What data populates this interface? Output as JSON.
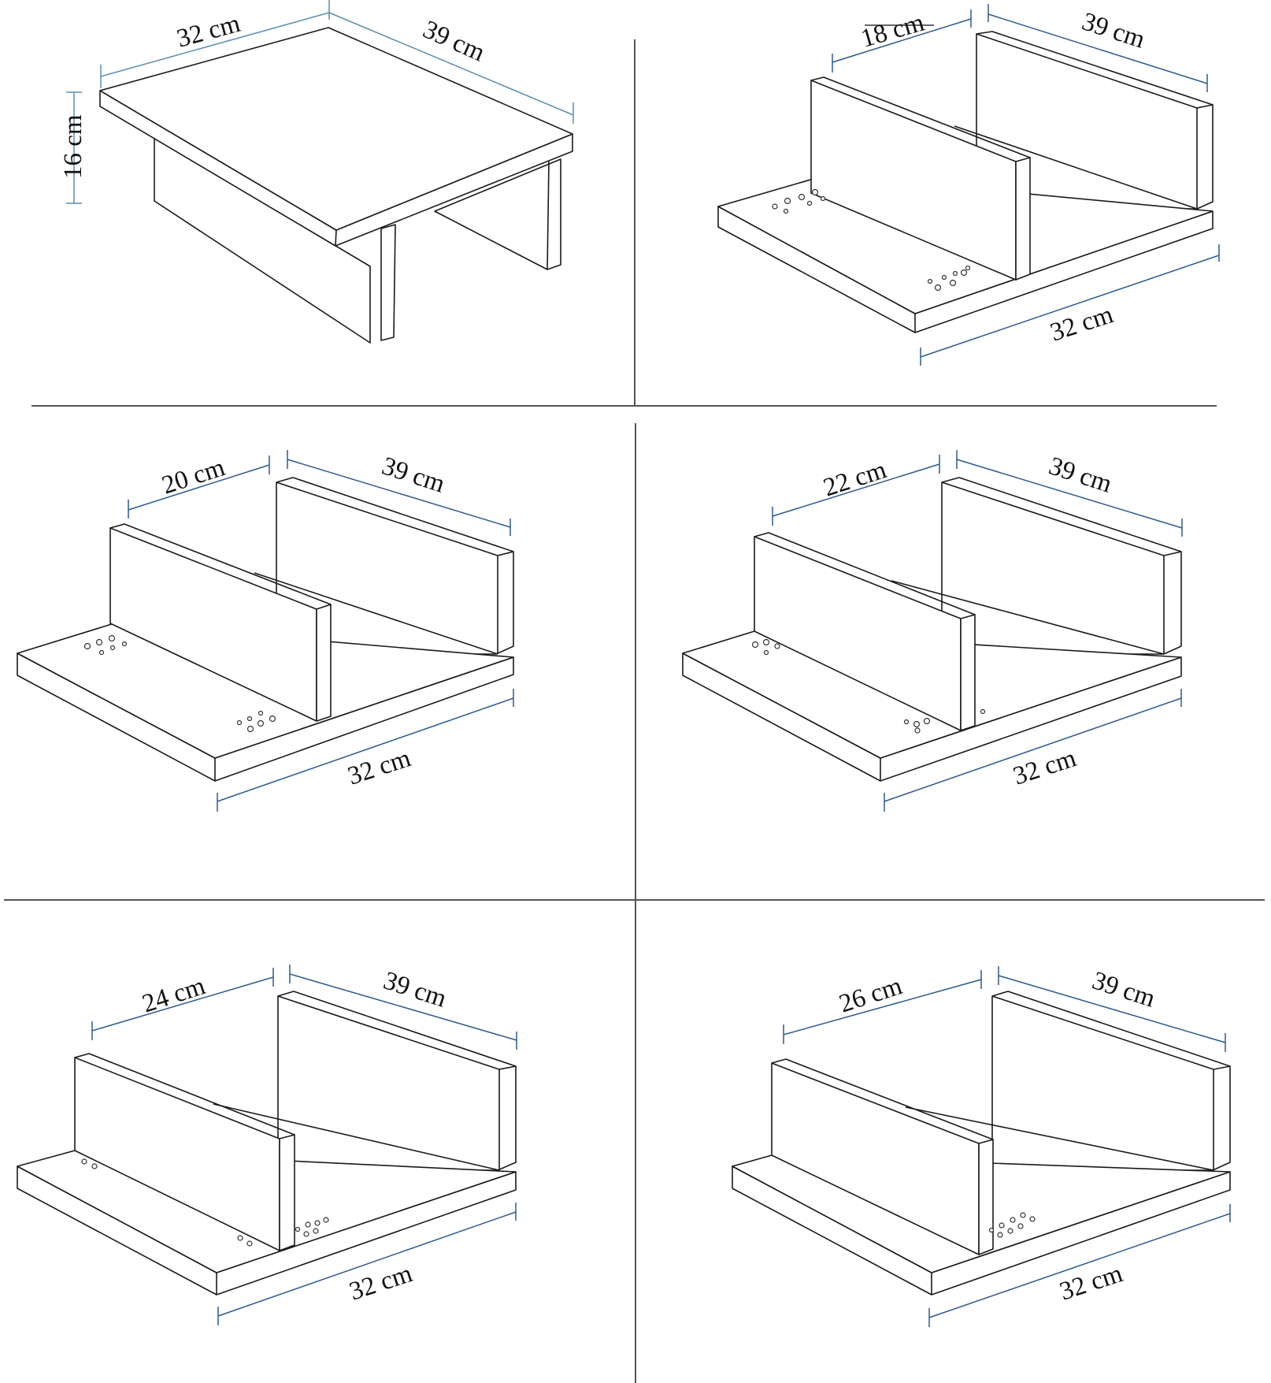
{
  "diagram": {
    "title": "",
    "units": "cm",
    "colors": {
      "line": "#1a1a1a",
      "dimension": "#2c5a8f",
      "divider": "#555555",
      "background": "#ffffff"
    },
    "panels": [
      {
        "id": "assembled",
        "description": "Assembled table view",
        "dims": {
          "width": "32 cm",
          "depth": "39 cm",
          "height": "16 cm"
        }
      },
      {
        "id": "config-18",
        "description": "Shelf configuration 18 cm",
        "dims": {
          "gap": "18 cm",
          "depth": "39 cm",
          "width": "32 cm"
        }
      },
      {
        "id": "config-20",
        "description": "Shelf configuration 20 cm",
        "dims": {
          "gap": "20 cm",
          "depth": "39 cm",
          "width": "32 cm"
        }
      },
      {
        "id": "config-22",
        "description": "Shelf configuration 22 cm",
        "dims": {
          "gap": "22 cm",
          "depth": "39 cm",
          "width": "32 cm"
        }
      },
      {
        "id": "config-24",
        "description": "Shelf configuration 24 cm",
        "dims": {
          "gap": "24 cm",
          "depth": "39 cm",
          "width": "32 cm"
        }
      },
      {
        "id": "config-26",
        "description": "Shelf configuration 26 cm",
        "dims": {
          "gap": "26 cm",
          "depth": "39 cm",
          "width": "32 cm"
        }
      }
    ]
  }
}
